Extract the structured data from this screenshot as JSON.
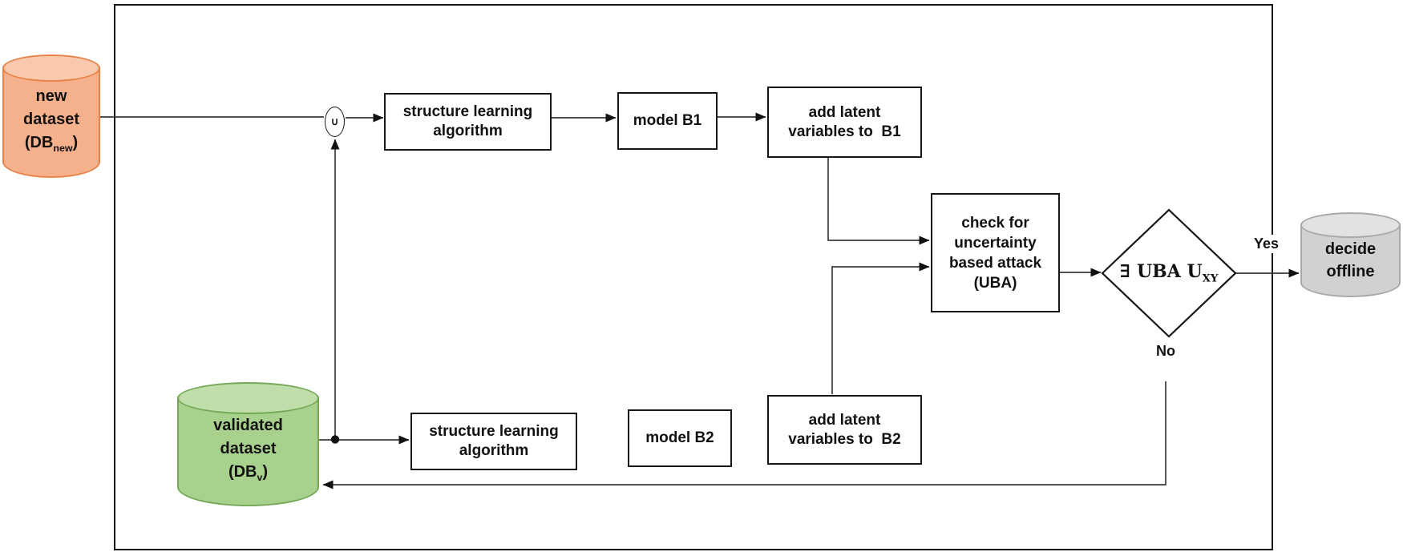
{
  "diagram": {
    "title_hint": "uncertainty-based-attack detection flowchart",
    "union_symbol": "∪",
    "labels": {
      "yes": "Yes",
      "no": "No"
    },
    "nodes": {
      "new_dataset": {
        "line1": "new",
        "line2": "dataset",
        "paren_open": "(DB",
        "paren_sub": "new",
        "paren_close": ")"
      },
      "validated_dataset": {
        "line1": "validated",
        "line2": "dataset",
        "paren_open": "(DB",
        "paren_sub": "v",
        "paren_close": ")"
      },
      "structure_learning_1": {
        "line1": "structure learning",
        "line2": "algorithm"
      },
      "structure_learning_2": {
        "line1": "structure learning",
        "line2": "algorithm"
      },
      "model_b1": {
        "label": "model B1"
      },
      "model_b2": {
        "label": "model B2"
      },
      "add_latent_b1": {
        "line1": "add latent",
        "line2": "variables to  B1"
      },
      "add_latent_b2": {
        "line1": "add latent",
        "line2": "variables to  B2"
      },
      "check_uba": {
        "line1": "check for",
        "line2": "uncertainty",
        "line3": "based attack",
        "line4": "(UBA)"
      },
      "decision_diamond": {
        "main": "∃ UBA U",
        "sub": "XY"
      },
      "decide_offline": {
        "line1": "decide",
        "line2": "offline"
      }
    },
    "colors": {
      "new_dataset_fill": "#F5B18C",
      "new_dataset_border": "#E8834B",
      "validated_fill": "#A9D18E",
      "validated_border": "#74A857",
      "offline_fill": "#D2D1D1",
      "offline_border": "#A9A8A8",
      "connector": "#3A3A3A",
      "box_border": "#161616"
    }
  }
}
